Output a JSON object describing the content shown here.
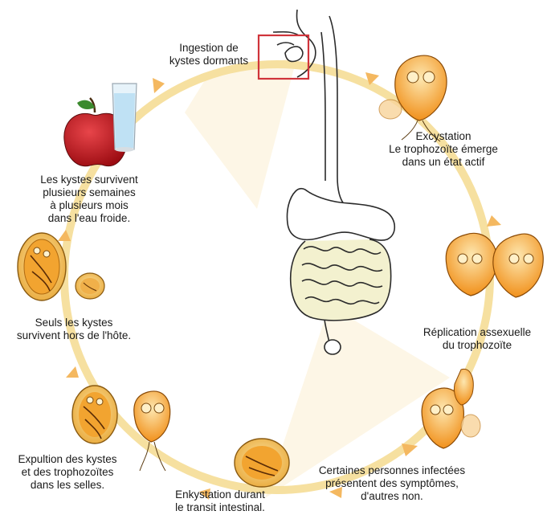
{
  "colors": {
    "cycle_ring": "#f6e0a0",
    "arrow": "#f4b860",
    "inner_wedge": "#fdf6e6",
    "gut_fill": "#f3f1cf",
    "outline": "#2b2b2b",
    "cyst": "#f4c15a",
    "trophozoite": "#f29a1e",
    "highlight_box": "#d0343b",
    "apple": "#c8161d",
    "leaf": "#3b8a2e"
  },
  "icons": [
    "apple-icon",
    "water-glass-icon",
    "mouth-hand-icon",
    "digestive-tract-icon"
  ],
  "stages": [
    {
      "id": "ingestion",
      "lines": [
        "Ingestion de",
        "kystes dormants"
      ]
    },
    {
      "id": "excystation",
      "lines": [
        "Excystation",
        "Le trophozoïte émerge",
        "dans un état actif"
      ]
    },
    {
      "id": "replication",
      "lines": [
        "Réplication assexuelle",
        "du trophozoïte"
      ]
    },
    {
      "id": "symptoms",
      "lines": [
        "Certaines personnes infectées",
        "présentent des symptômes,",
        "d'autres non."
      ]
    },
    {
      "id": "encystation",
      "lines": [
        "Enkystation durant",
        "le transit intestinal."
      ]
    },
    {
      "id": "expulsion",
      "lines": [
        "Expultion des kystes",
        "et des trophozoïtes",
        "dans les selles."
      ]
    },
    {
      "id": "outside-host",
      "lines": [
        "Seuls les kystes",
        "survivent hors de l'hôte."
      ]
    },
    {
      "id": "cold-water",
      "lines": [
        "Les kystes survivent",
        "plusieurs semaines",
        "à plusieurs mois",
        "dans l'eau froide."
      ]
    }
  ]
}
